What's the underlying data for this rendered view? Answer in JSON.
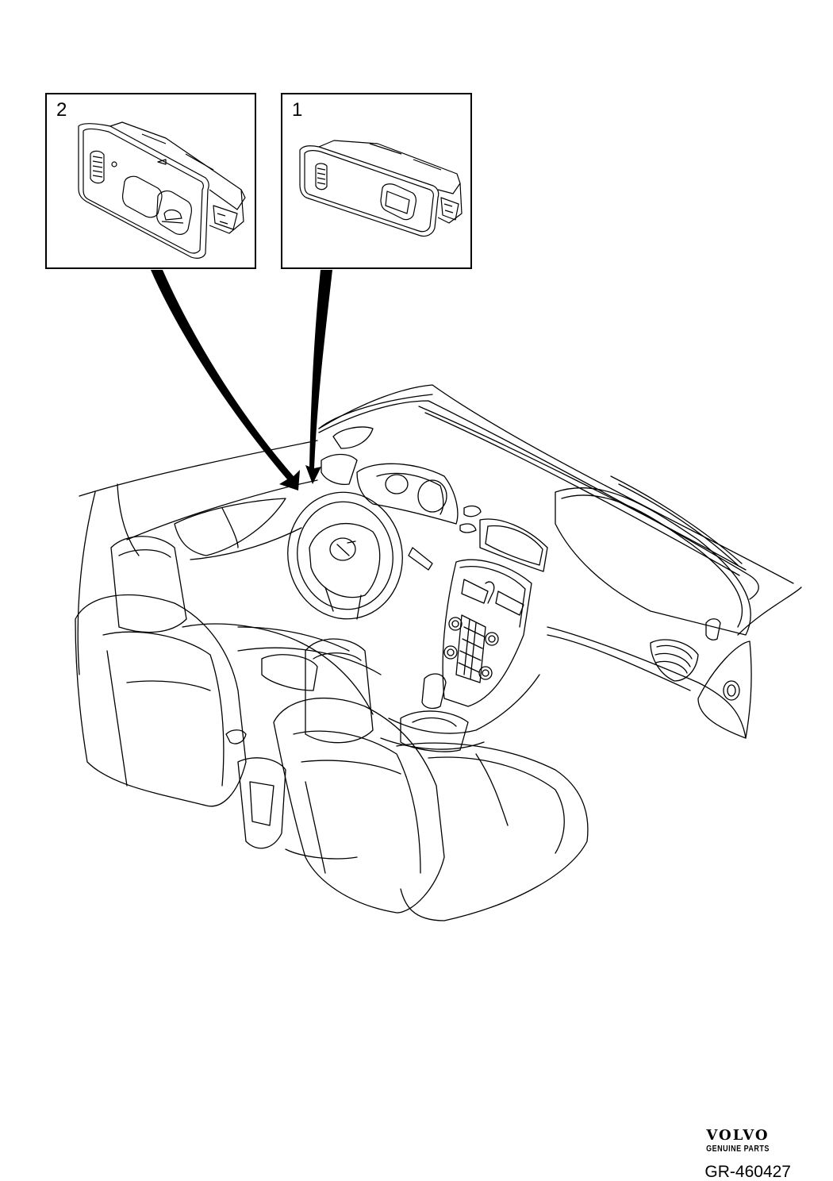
{
  "callouts": [
    {
      "number": "2",
      "part": "switch-module-with-trunk-button"
    },
    {
      "number": "1",
      "part": "switch-module"
    }
  ],
  "logo": {
    "brand": "VOLVO",
    "subtitle": "GENUINE PARTS"
  },
  "reference_code": "GR-460427",
  "colors": {
    "line": "#000000",
    "background": "#ffffff"
  }
}
